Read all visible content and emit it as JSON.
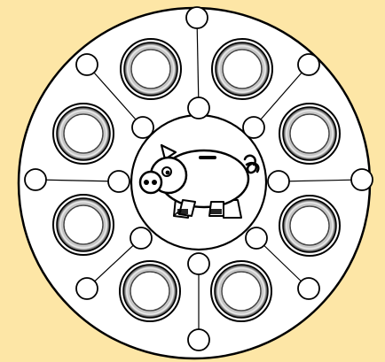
{
  "game": {
    "piggy_bank": {
      "icon": "piggy-bank-icon"
    },
    "slots": [
      {
        "id": "slot-top-left"
      },
      {
        "id": "slot-top-right"
      },
      {
        "id": "slot-upper-right"
      },
      {
        "id": "slot-lower-right"
      },
      {
        "id": "slot-bottom-right"
      },
      {
        "id": "slot-bottom-left"
      },
      {
        "id": "slot-lower-left"
      },
      {
        "id": "slot-upper-left"
      }
    ],
    "colors": {
      "background": "#fde6a6",
      "board": "#ffffff",
      "outline": "#000000"
    }
  }
}
